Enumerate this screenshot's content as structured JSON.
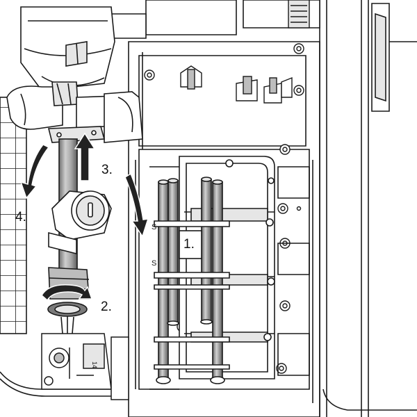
{
  "figure": {
    "steps": [
      {
        "id": "step-1",
        "label": "1."
      },
      {
        "id": "step-2",
        "label": "2."
      },
      {
        "id": "step-3",
        "label": "3."
      },
      {
        "id": "step-4",
        "label": "4."
      }
    ],
    "component_marks": [
      "14",
      "S",
      "S"
    ],
    "colors": {
      "line": "#1a1a1a",
      "part_fill": "#ffffff",
      "shade_light": "#e6e6e6",
      "shade_mid": "#bdbdbd",
      "shade_dark": "#7a7a7a",
      "arrow": "#222222"
    }
  }
}
